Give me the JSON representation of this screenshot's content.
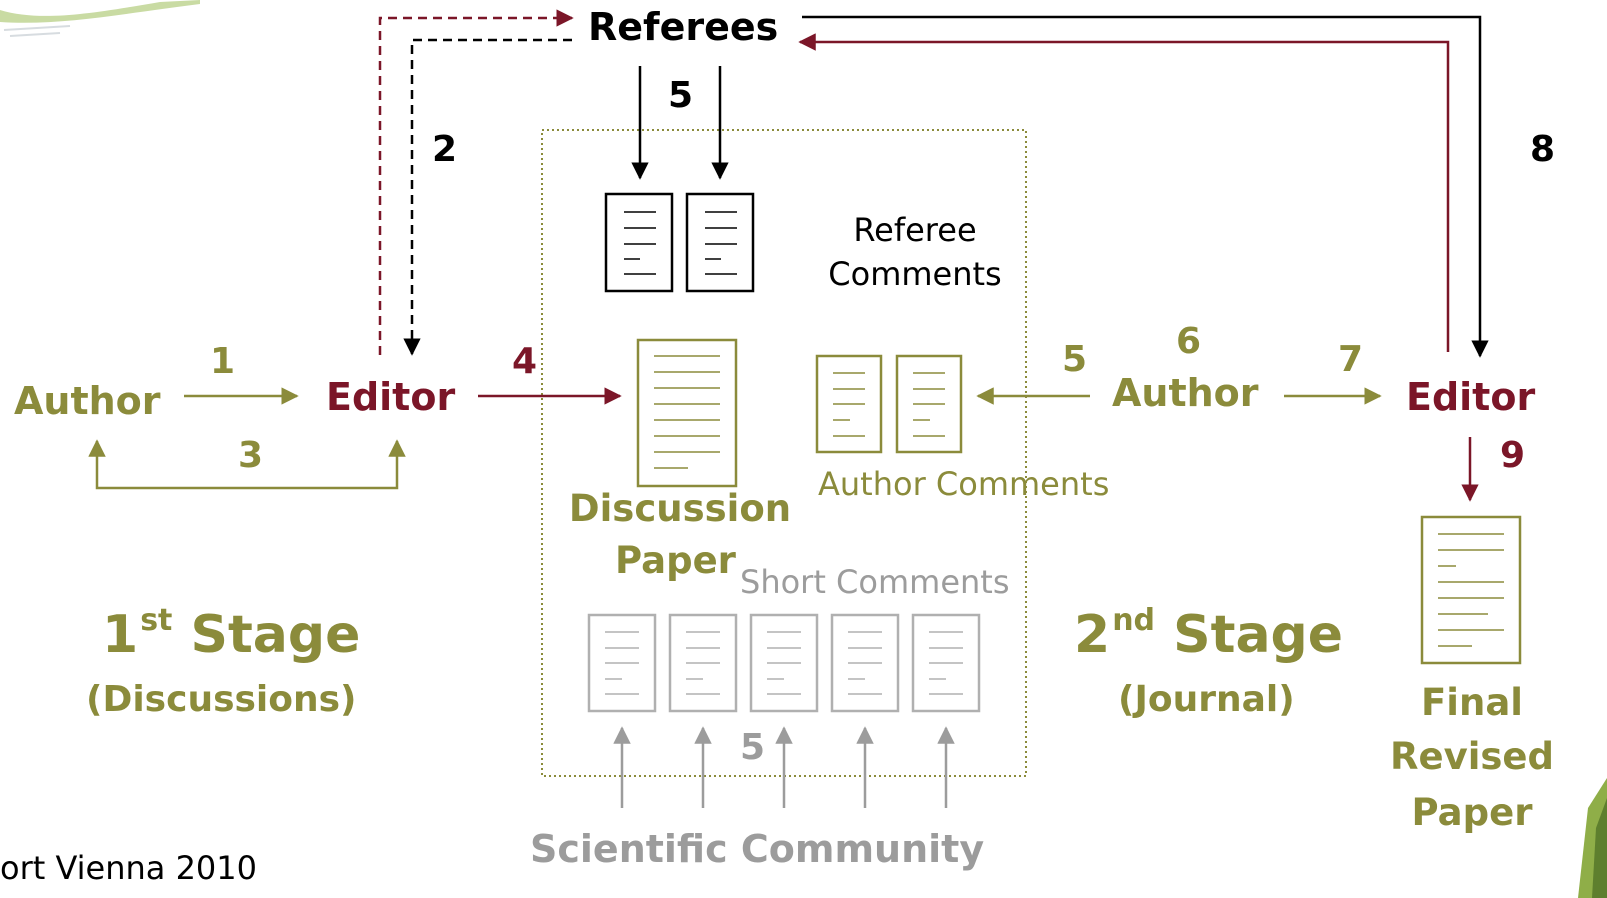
{
  "nodes": {
    "referees": "Referees",
    "author_left": "Author",
    "editor_left": "Editor",
    "author_right": "Author",
    "editor_right": "Editor",
    "discussion_paper": [
      "Discussion",
      "Paper"
    ],
    "final_paper": [
      "Final",
      "Revised",
      "Paper"
    ],
    "scientific_community": "Scientific Community"
  },
  "captions": {
    "referee_comments": [
      "Referee",
      "Comments"
    ],
    "author_comments": "Author Comments",
    "short_comments": "Short Comments"
  },
  "stages": {
    "first": {
      "num": "1",
      "sup": "st",
      "word": "Stage",
      "sub": "(Discussions)"
    },
    "second": {
      "num": "2",
      "sup": "nd",
      "word": "Stage",
      "sub": "(Journal)"
    }
  },
  "steps": {
    "s1": "1",
    "s2": "2",
    "s3": "3",
    "s4": "4",
    "s5_referees": "5",
    "s5_community": "5",
    "s5_author": "5",
    "s6": "6",
    "s7": "7",
    "s8": "8",
    "s9": "9"
  },
  "footer": {
    "credit": "ort Vienna 2010"
  },
  "colors": {
    "olive": "#8b8b3b",
    "maroon": "#7b1628",
    "black": "#000000",
    "grey": "#9c9c9c"
  }
}
